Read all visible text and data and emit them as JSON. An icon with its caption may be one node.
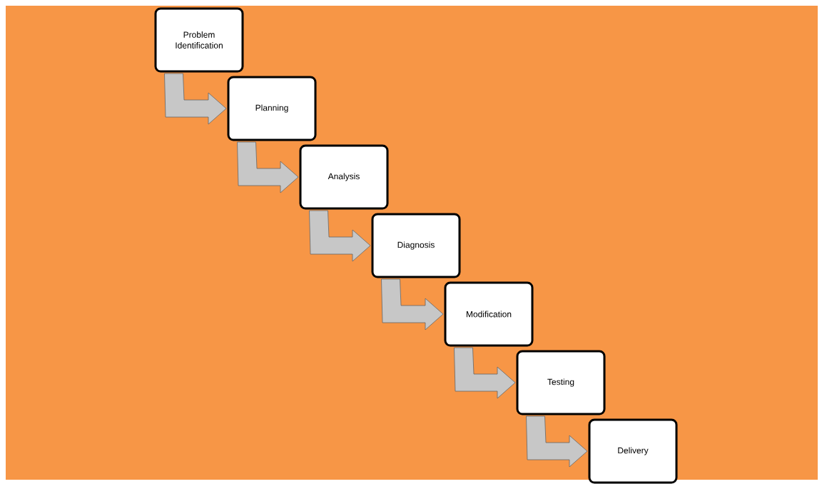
{
  "diagram": {
    "nodes": [
      {
        "text": [
          "Problem Identification"
        ]
      },
      {
        "text": [
          "Planning"
        ]
      },
      {
        "text": [
          "Analysis"
        ]
      },
      {
        "text": [
          "Diagnosis"
        ]
      },
      {
        "text": [
          "Modification"
        ]
      },
      {
        "text": [
          "Testing"
        ]
      },
      {
        "text": [
          "Delivery"
        ]
      }
    ],
    "edges": [
      {
        "from": 0,
        "to": 1,
        "arrow": "to"
      },
      {
        "from": 1,
        "to": 2,
        "arrow": "to"
      },
      {
        "from": 2,
        "to": 3,
        "arrow": "to"
      },
      {
        "from": 3,
        "to": 4,
        "arrow": "to"
      },
      {
        "from": 4,
        "to": 5,
        "arrow": "to"
      },
      {
        "from": 5,
        "to": 6,
        "arrow": "to"
      }
    ]
  }
}
